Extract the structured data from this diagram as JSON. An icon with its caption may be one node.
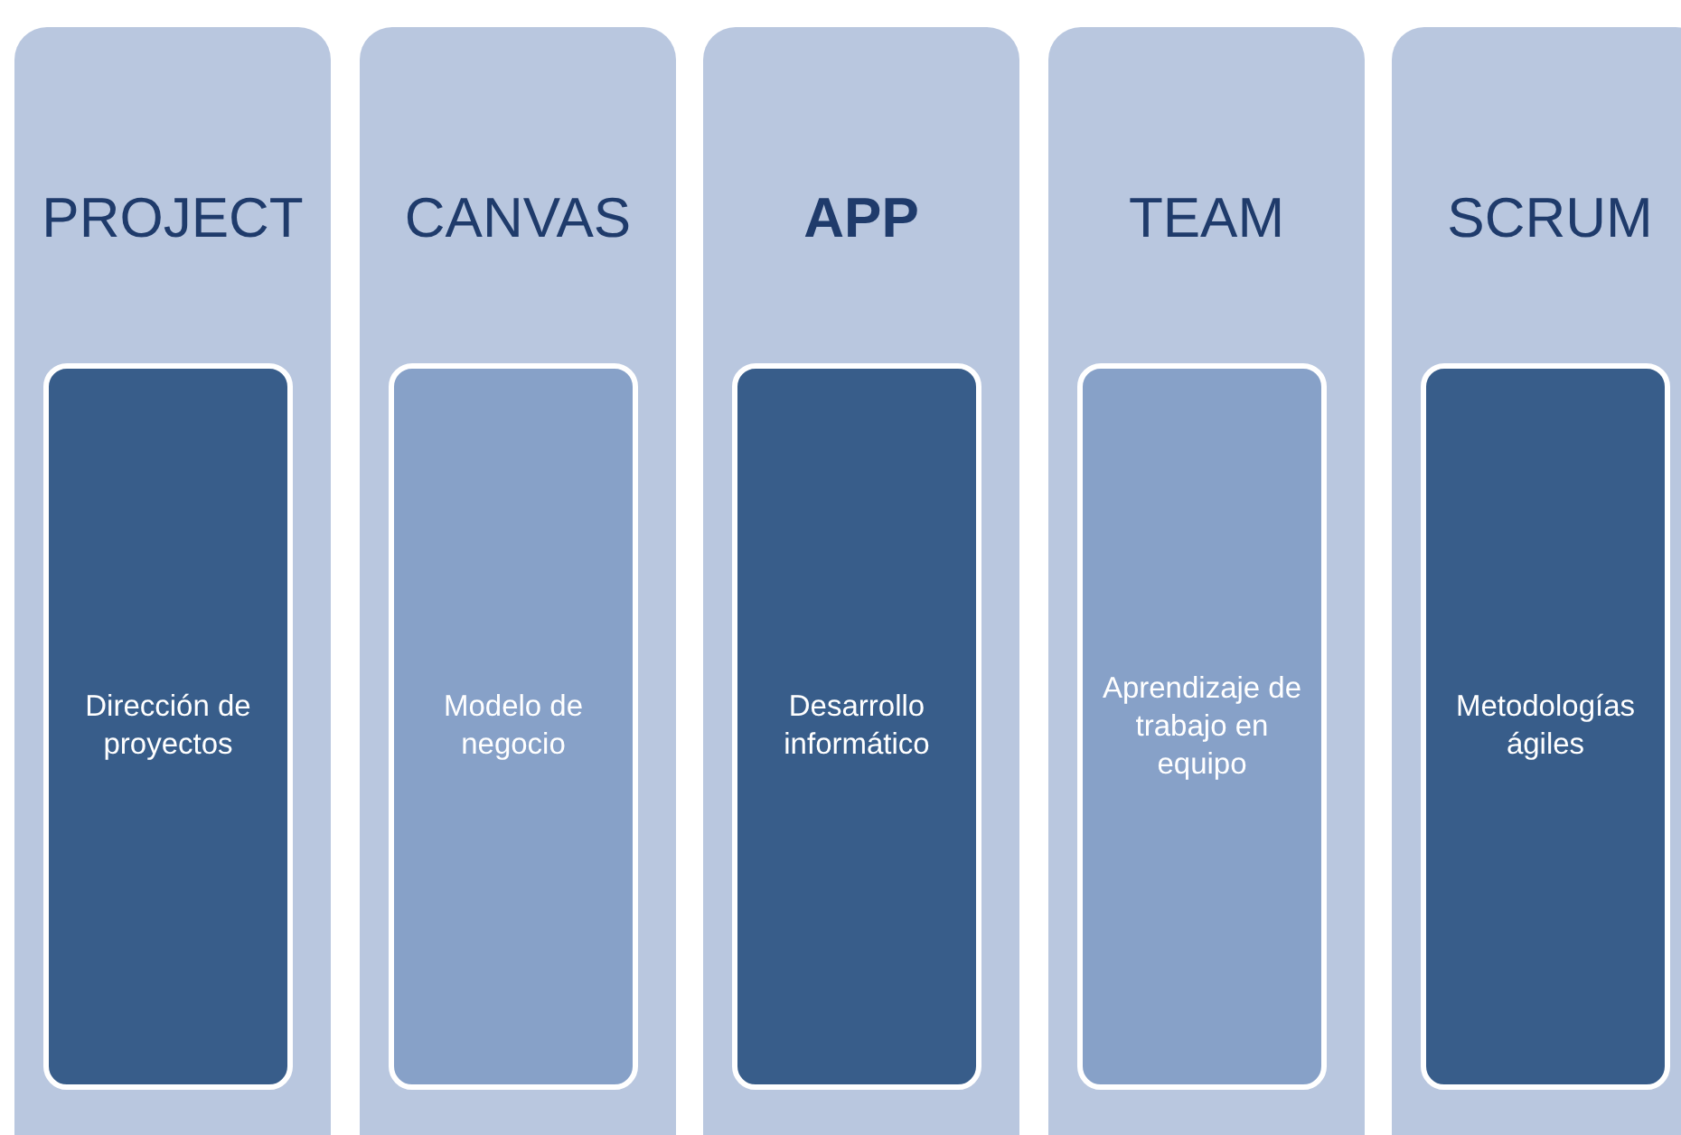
{
  "diagram": {
    "nodes": [
      {
        "text": [
          "PROJECT"
        ]
      },
      {
        "text": [
          "Dirección de proyectos"
        ],
        "in": 0
      },
      {
        "text": [
          "CANVAS"
        ]
      },
      {
        "text": [
          "Modelo de negocio"
        ],
        "in": 2
      },
      {
        "text": [
          "APP"
        ]
      },
      {
        "text": [
          "Desarrollo informático"
        ],
        "in": 4
      },
      {
        "text": [
          "TEAM"
        ]
      },
      {
        "text": [
          "Aprendizaje de trabajo en equipo"
        ],
        "in": 6
      },
      {
        "text": [
          "SCRUM"
        ]
      },
      {
        "text": [
          "Metodologías ágiles"
        ],
        "in": 8
      }
    ]
  }
}
